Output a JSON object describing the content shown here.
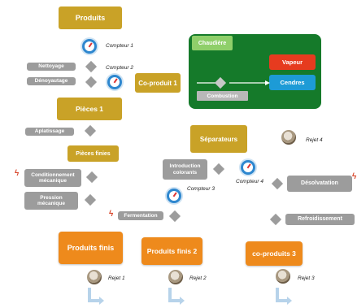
{
  "boxes": {
    "produits": "Produits",
    "pieces1": "Pièces 1",
    "pieces_finies": "Pièces finies",
    "coproduit1": "Co-produit 1",
    "separateurs": "Séparateurs"
  },
  "steps": {
    "nettoyage": "Nettoyage",
    "denoyautage": "Dénoyautage",
    "aplatissage": "Aplatissage",
    "conditionnement": "Conditionnement mécanique",
    "pression": "Pression mécanique",
    "fermentation": "Fermentation",
    "introduction": "Introduction colorants",
    "desolvatation": "Désolvatation",
    "refroidissement": "Refroidissement"
  },
  "boiler": {
    "title": "Chaudière",
    "vapeur": "Vapeur",
    "cendres": "Cendres",
    "combustion": "Combustion"
  },
  "meters": {
    "c1": "Compteur 1",
    "c2": "Compteur 2",
    "c3": "Compteur 3",
    "c4": "Compteur 4"
  },
  "outputs": {
    "pf": "Produits finis",
    "pf2": "Produits finis 2",
    "cp3": "co-produits 3"
  },
  "rejects": {
    "r1": "Rejet 1",
    "r2": "Rejet 2",
    "r3": "Rejet 3",
    "r4": "Rejet 4"
  },
  "colors": {
    "gold": "#c9a227",
    "orange": "#ee8a1c",
    "gray": "#9c9c9c",
    "boiler_green": "#157a2a",
    "vapeur_red": "#e63b1f",
    "cendres_blue": "#1d9bd6"
  }
}
